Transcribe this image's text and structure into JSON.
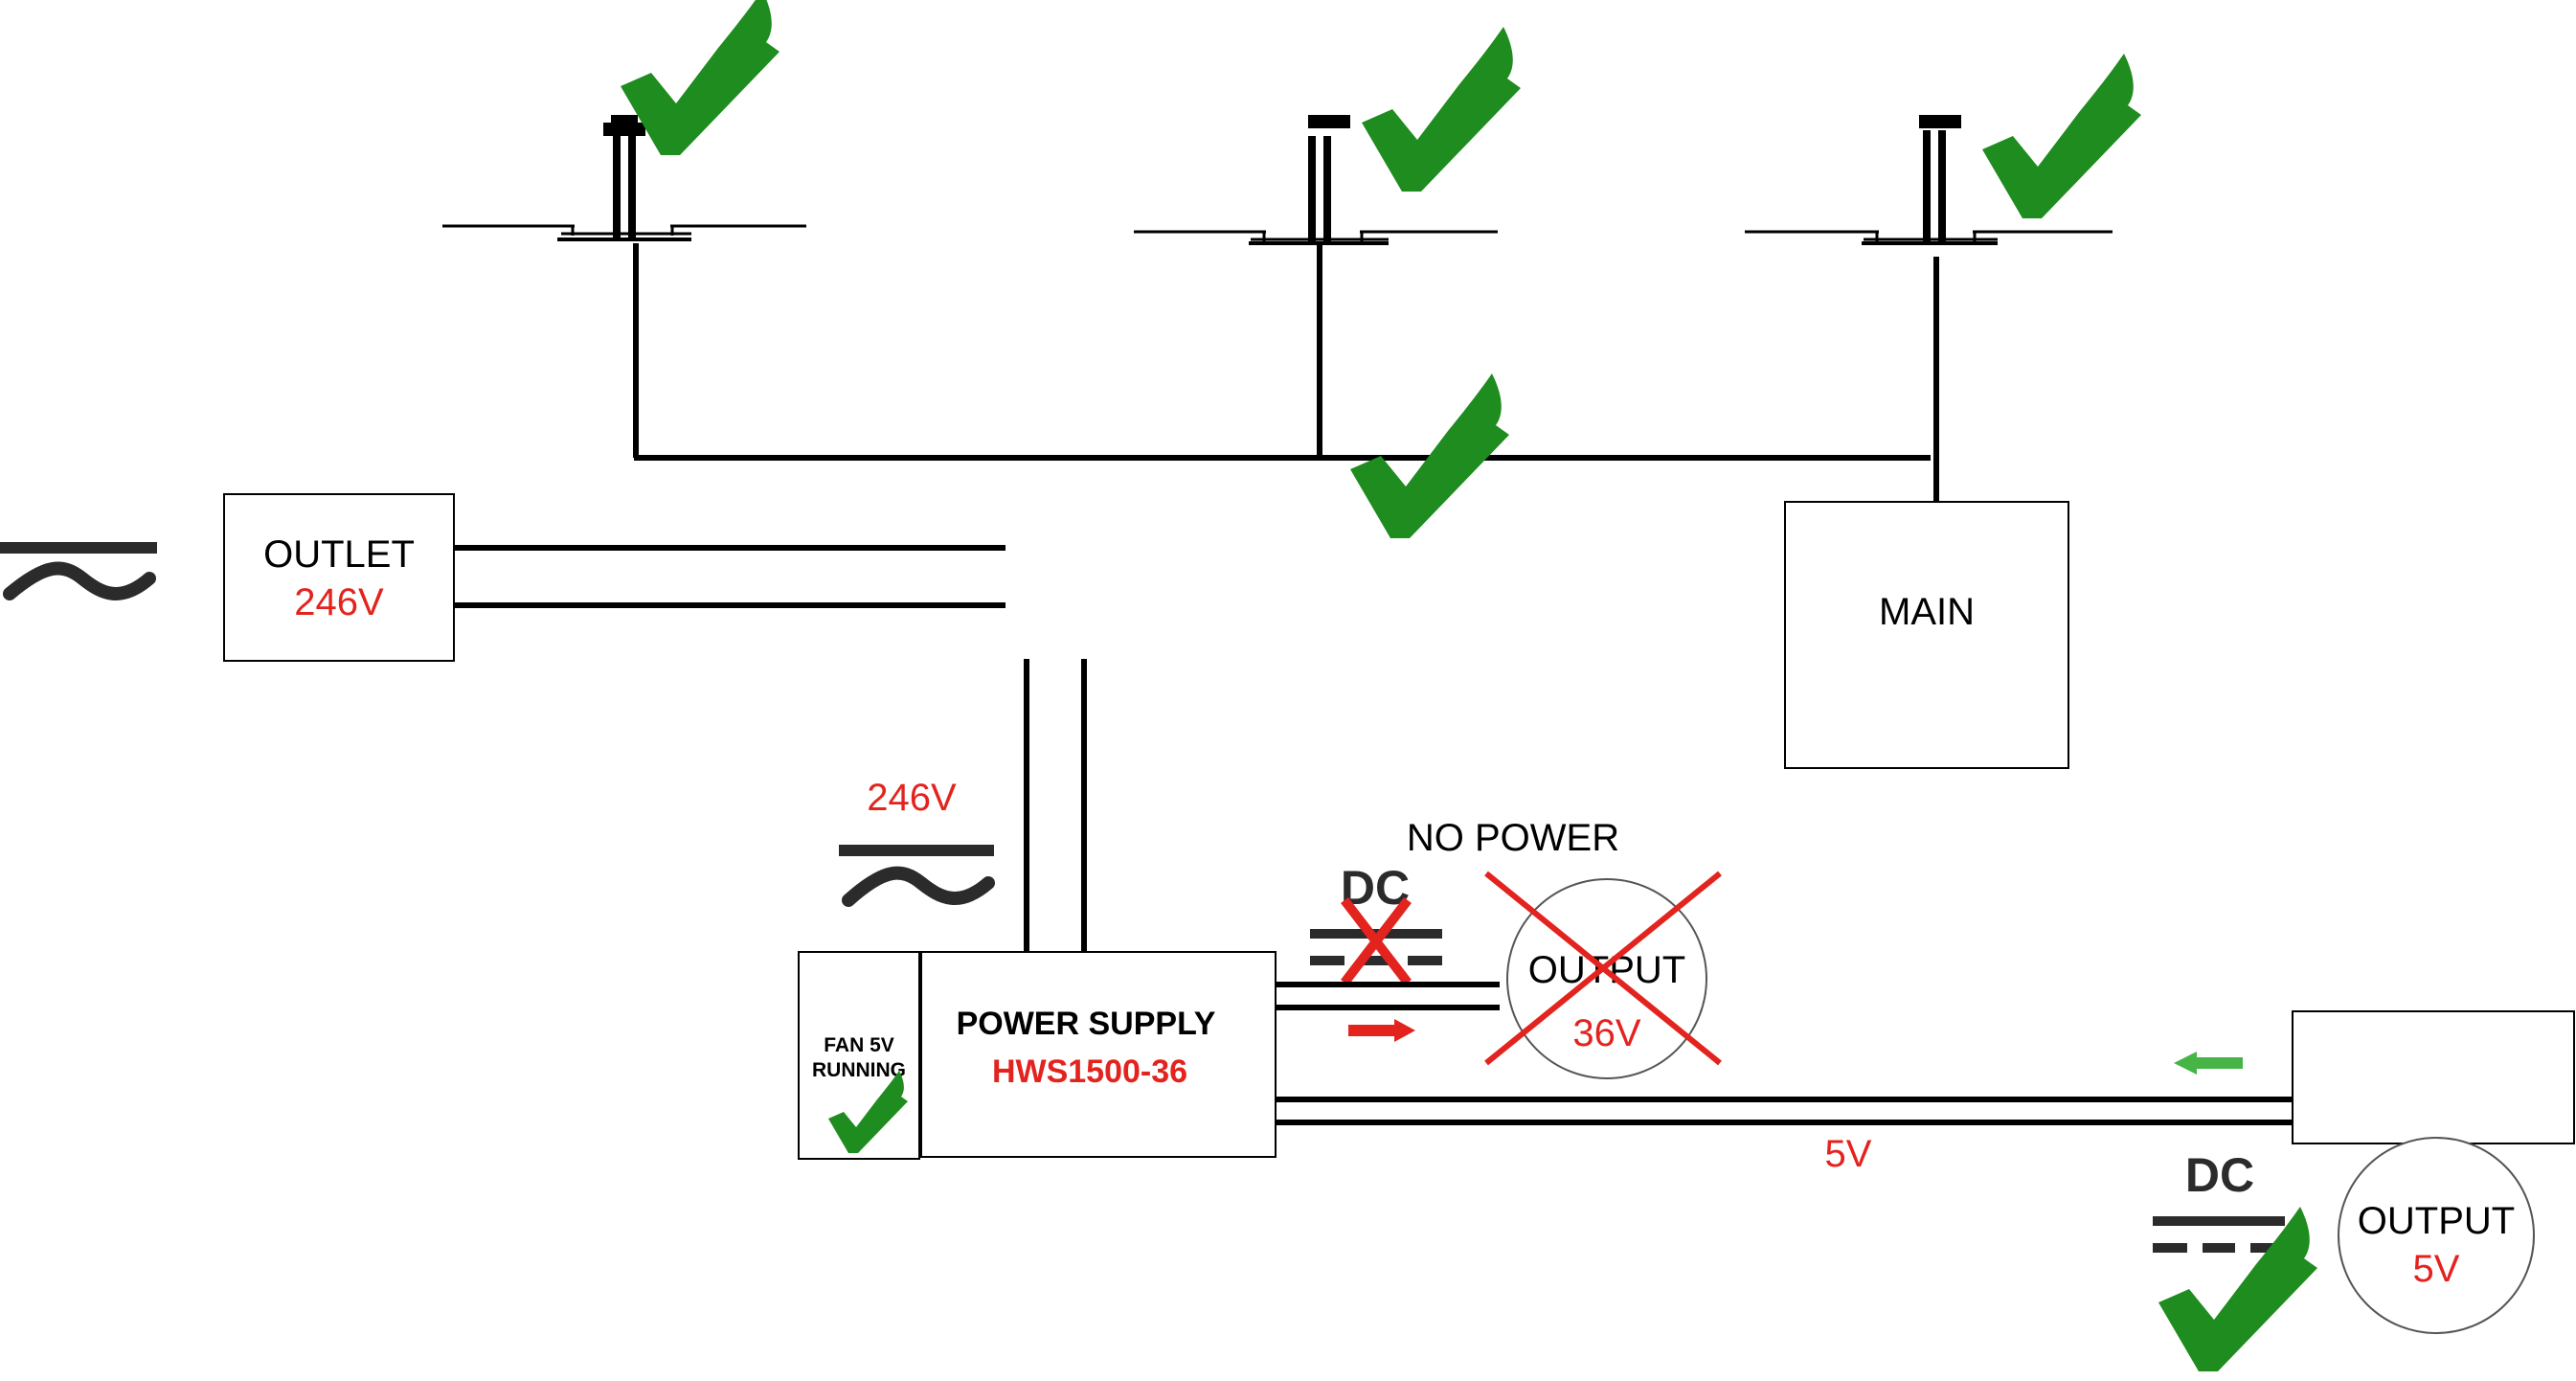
{
  "outlet": {
    "title": "OUTLET",
    "voltage": "246V"
  },
  "main": {
    "title": "MAIN"
  },
  "ac_input": {
    "voltage": "246V",
    "symbol": "ac-sine"
  },
  "power_supply": {
    "title": "POWER SUPPLY",
    "model": "HWS1500-36"
  },
  "fan": {
    "line1": "FAN 5V",
    "line2": "RUNNING",
    "status": "ok"
  },
  "dc_36v": {
    "symbol_label": "DC",
    "status_text": "NO POWER",
    "output_title": "OUTPUT",
    "output_voltage": "36V",
    "status": "fail"
  },
  "dc_5v": {
    "line_voltage": "5V",
    "symbol_label": "DC",
    "output_title": "OUTPUT",
    "output_voltage": "5V",
    "status": "ok"
  },
  "colors": {
    "ok_green": "#1e8c1e",
    "fail_red": "#e3231e",
    "voltage_text": "#e3231e",
    "line": "#000000",
    "symbol": "#2b2b2b",
    "arrow_green": "#46b446"
  },
  "icons": [
    "check-icon",
    "x-mark-icon",
    "ac-sine-icon",
    "dc-symbol-icon",
    "arrow-right-icon",
    "arrow-left-icon",
    "fixture-icon"
  ]
}
